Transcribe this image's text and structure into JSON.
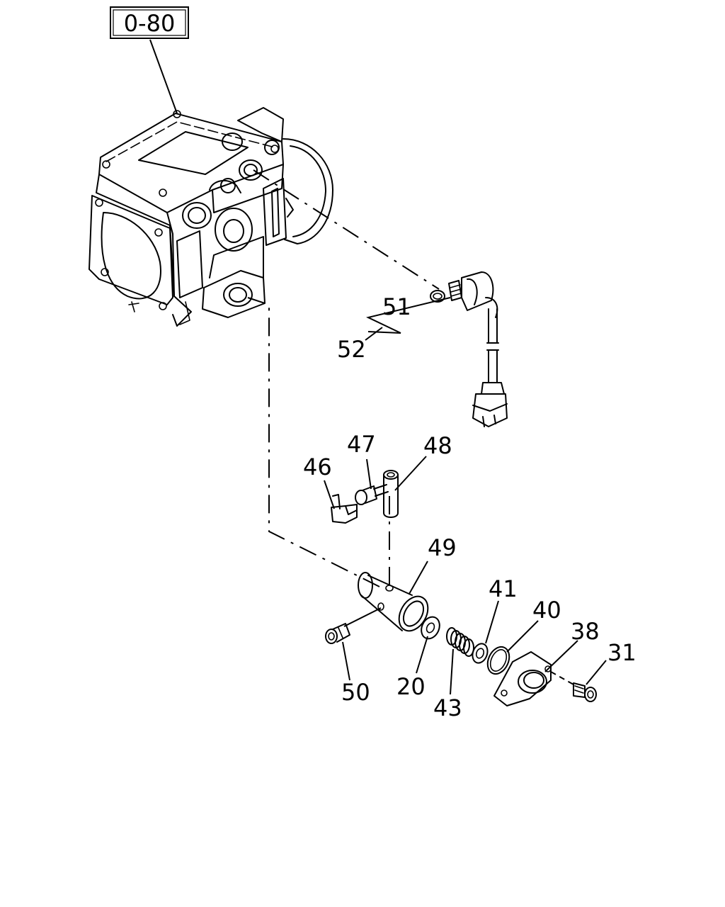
{
  "reference": {
    "label": "0-80"
  },
  "callouts": [
    {
      "id": "51",
      "label": "51",
      "part": "o-ring"
    },
    {
      "id": "52",
      "label": "52",
      "part": "sensor-assembly"
    },
    {
      "id": "47",
      "label": "47",
      "part": "bolt"
    },
    {
      "id": "48",
      "label": "48",
      "part": "pin"
    },
    {
      "id": "46",
      "label": "46",
      "part": "clip"
    },
    {
      "id": "49",
      "label": "49",
      "part": "sleeve"
    },
    {
      "id": "41",
      "label": "41",
      "part": "washer"
    },
    {
      "id": "40",
      "label": "40",
      "part": "o-ring"
    },
    {
      "id": "38",
      "label": "38",
      "part": "cover"
    },
    {
      "id": "31",
      "label": "31",
      "part": "bolt"
    },
    {
      "id": "50",
      "label": "50",
      "part": "pin"
    },
    {
      "id": "20",
      "label": "20",
      "part": "washer"
    },
    {
      "id": "43",
      "label": "43",
      "part": "spring"
    }
  ]
}
